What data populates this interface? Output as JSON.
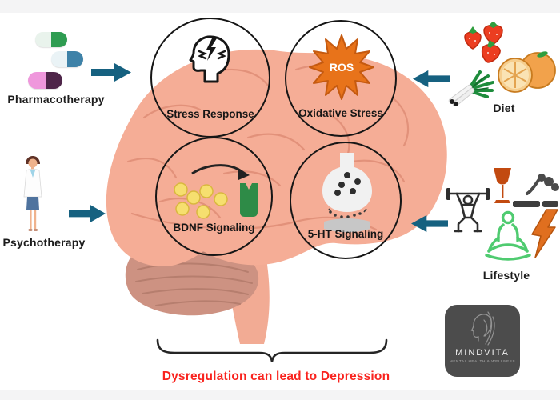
{
  "factors": {
    "pharmacotherapy": {
      "label": "Pharmacotherapy"
    },
    "diet": {
      "label": "Diet"
    },
    "psychotherapy": {
      "label": "Psychotherapy"
    },
    "lifestyle": {
      "label": "Lifestyle"
    }
  },
  "mechanisms": [
    {
      "label": "Stress Response"
    },
    {
      "label": "Oxidative Stress",
      "badge": "ROS"
    },
    {
      "label": "BDNF Signaling"
    },
    {
      "label": "5-HT Signaling"
    }
  ],
  "caption": {
    "text": "Dysregulation can lead to Depression"
  },
  "logo": {
    "brand": "MINDVITA",
    "tagline": "MENTAL HEALTH & WELLNESS"
  },
  "colors": {
    "arrow_teal": "#166180",
    "brain_peach": "#F5AD96",
    "cerebellum_tan": "#CD9282",
    "caption_red": "#F9231E",
    "ros_orange": "#E8731A",
    "bdnf_receptor_green": "#2E8B47",
    "vesicle_yellow": "#F6DF6F"
  }
}
